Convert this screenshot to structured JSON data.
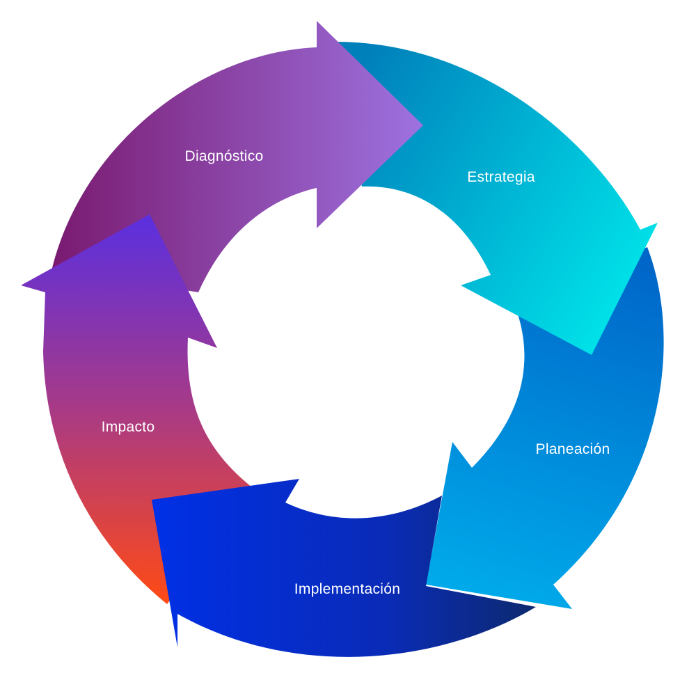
{
  "diagram": {
    "type": "cycle",
    "stages": [
      {
        "label": "Diagnóstico",
        "colors": [
          "#7a1a70",
          "#9d72e0"
        ]
      },
      {
        "label": "Estrategia",
        "colors": [
          "#0080bb",
          "#00e8ec"
        ]
      },
      {
        "label": "Planeación",
        "colors": [
          "#0067c9",
          "#00aaea"
        ]
      },
      {
        "label": "Implementación",
        "colors": [
          "#0030e6",
          "#0d2a6e"
        ]
      },
      {
        "label": "Impacto",
        "colors": [
          "#5a2fe0",
          "#ff4a14"
        ]
      }
    ]
  }
}
